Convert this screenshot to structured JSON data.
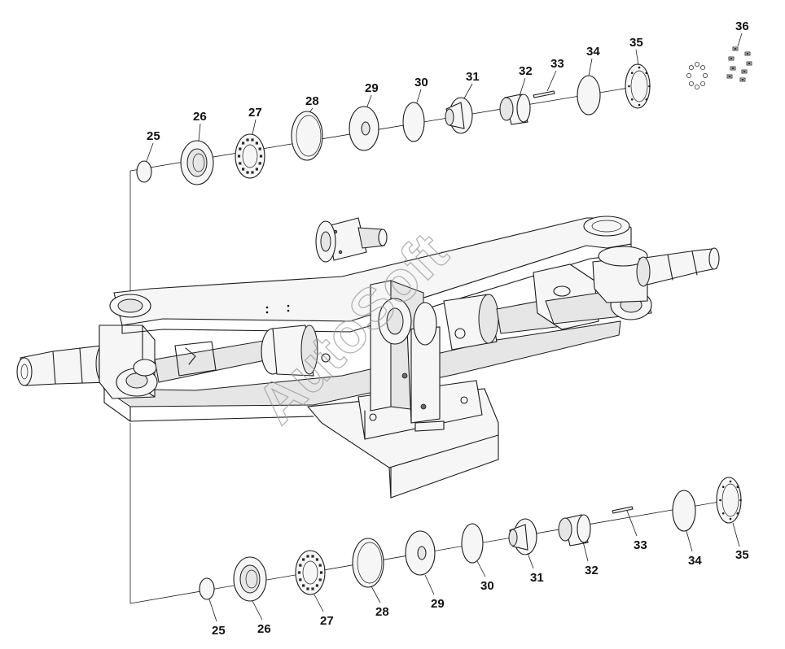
{
  "diagram": {
    "watermark": "AutoSoft",
    "callouts_top": [
      "25",
      "26",
      "27",
      "28",
      "29",
      "30",
      "31",
      "32",
      "33",
      "34",
      "35",
      "36"
    ],
    "callouts_bottom": [
      "25",
      "26",
      "27",
      "28",
      "29",
      "30",
      "31",
      "32",
      "33",
      "34",
      "35"
    ]
  }
}
